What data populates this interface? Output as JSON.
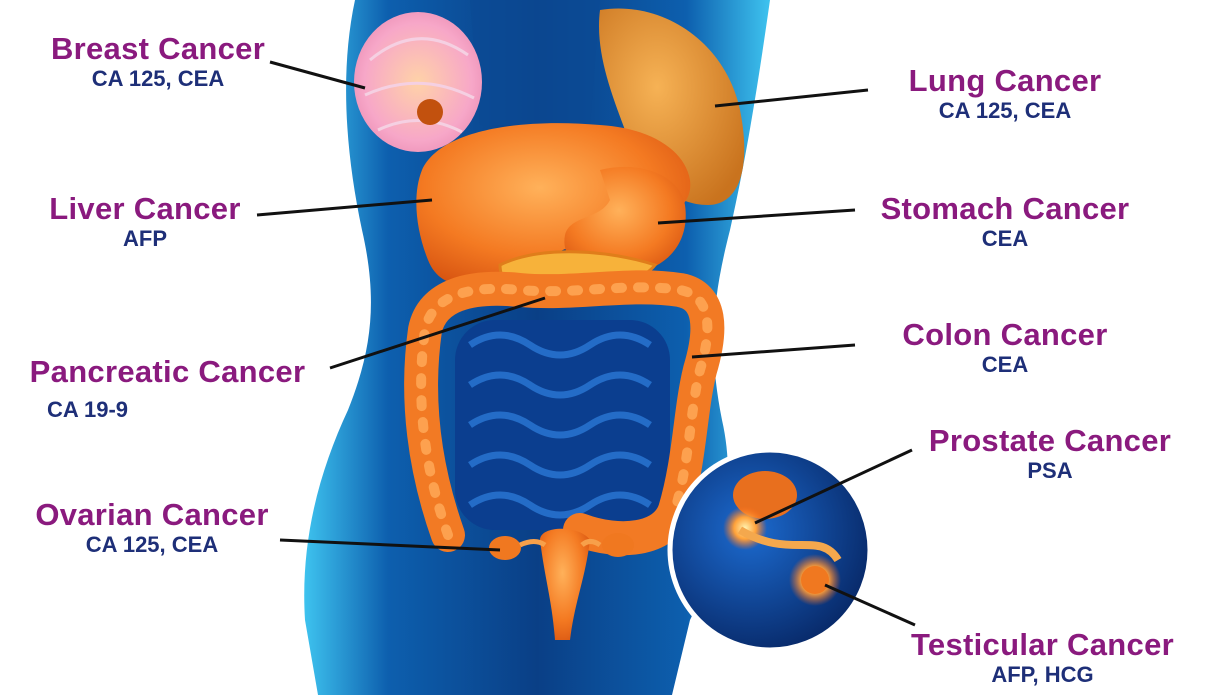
{
  "labels": {
    "breast": {
      "name": "Breast Cancer",
      "markers": "CA 125, CEA"
    },
    "lung": {
      "name": "Lung Cancer",
      "markers": "CA 125, CEA"
    },
    "liver": {
      "name": "Liver Cancer",
      "markers": "AFP"
    },
    "stomach": {
      "name": "Stomach Cancer",
      "markers": "CEA"
    },
    "colon": {
      "name": "Colon Cancer",
      "markers": "CEA"
    },
    "pancreatic": {
      "name": "Pancreatic Cancer",
      "markers": "CA 19-9"
    },
    "prostate": {
      "name": "Prostate Cancer",
      "markers": "PSA"
    },
    "ovarian": {
      "name": "Ovarian Cancer",
      "markers": "CA 125, CEA"
    },
    "testicular": {
      "name": "Testicular Cancer",
      "markers": "AFP, HCG"
    }
  },
  "colors": {
    "name_text": "#8a1a7e",
    "marker_text": "#1e2f78",
    "body": "#0e4f9a",
    "organ": "#f07820",
    "intestine": "#0b3e8f"
  }
}
